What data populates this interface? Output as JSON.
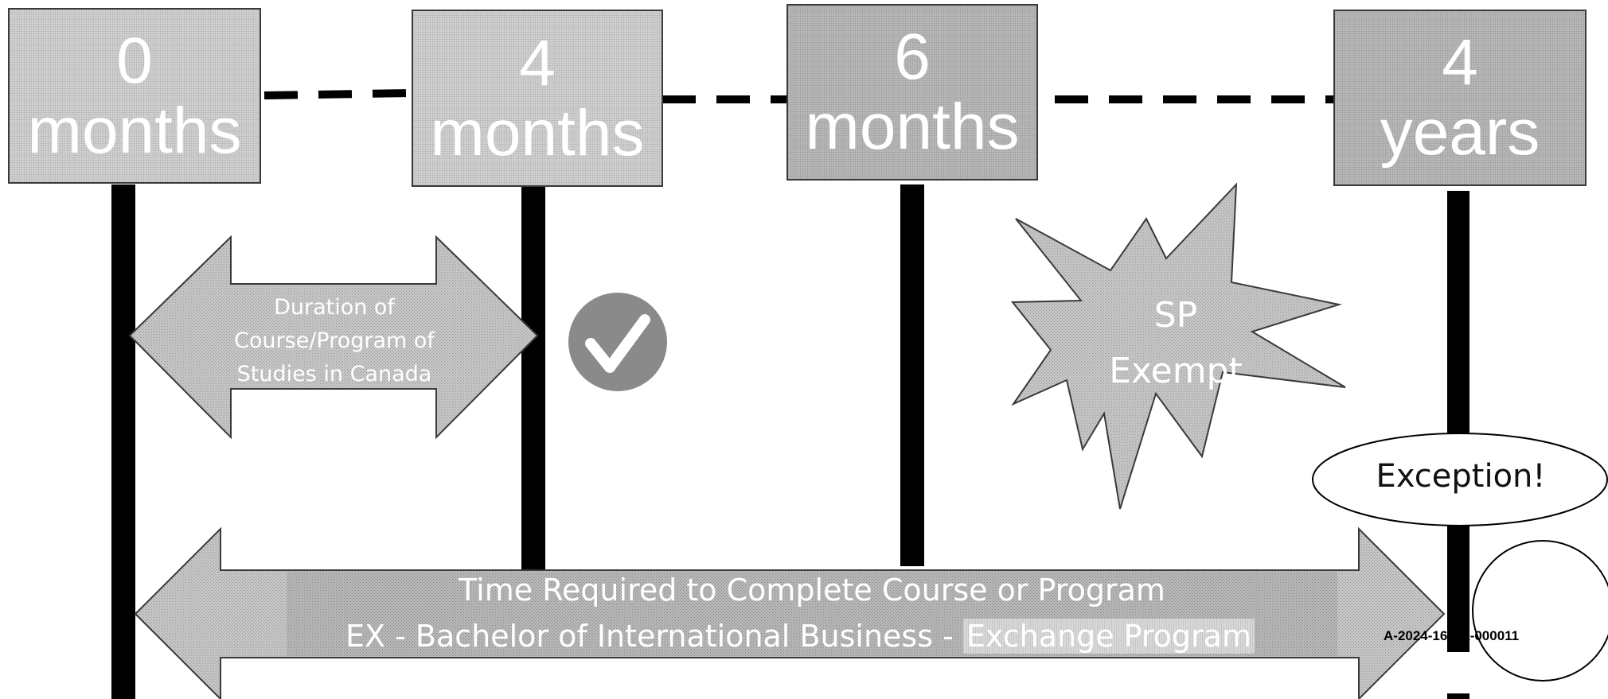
{
  "timeline": {
    "milestones": [
      {
        "number": "0",
        "unit": "months"
      },
      {
        "number": "4",
        "unit": "months"
      },
      {
        "number": "6",
        "unit": "months"
      },
      {
        "number": "4",
        "unit": "years"
      }
    ]
  },
  "duration_arrow": {
    "line1": "Duration of",
    "line2": "Course/Program of",
    "line3": "Studies in Canada"
  },
  "check_badge": {
    "icon": "checkmark-icon"
  },
  "burst": {
    "line1": "SP",
    "line2": "Exempt"
  },
  "exception_label": "Exception!",
  "time_arrow": {
    "line1": "Time Required to Complete Course or Program",
    "line2_prefix": "EX - Bachelor of International Business - ",
    "line2_highlight": "Exchange Program"
  },
  "document_id": "A-2024-16221-000011",
  "colors": {
    "arrow_fill": "#bdbdbd",
    "box_fill": "#d2d2d2",
    "post": "#000000",
    "check_circle": "#8a8a8a"
  }
}
